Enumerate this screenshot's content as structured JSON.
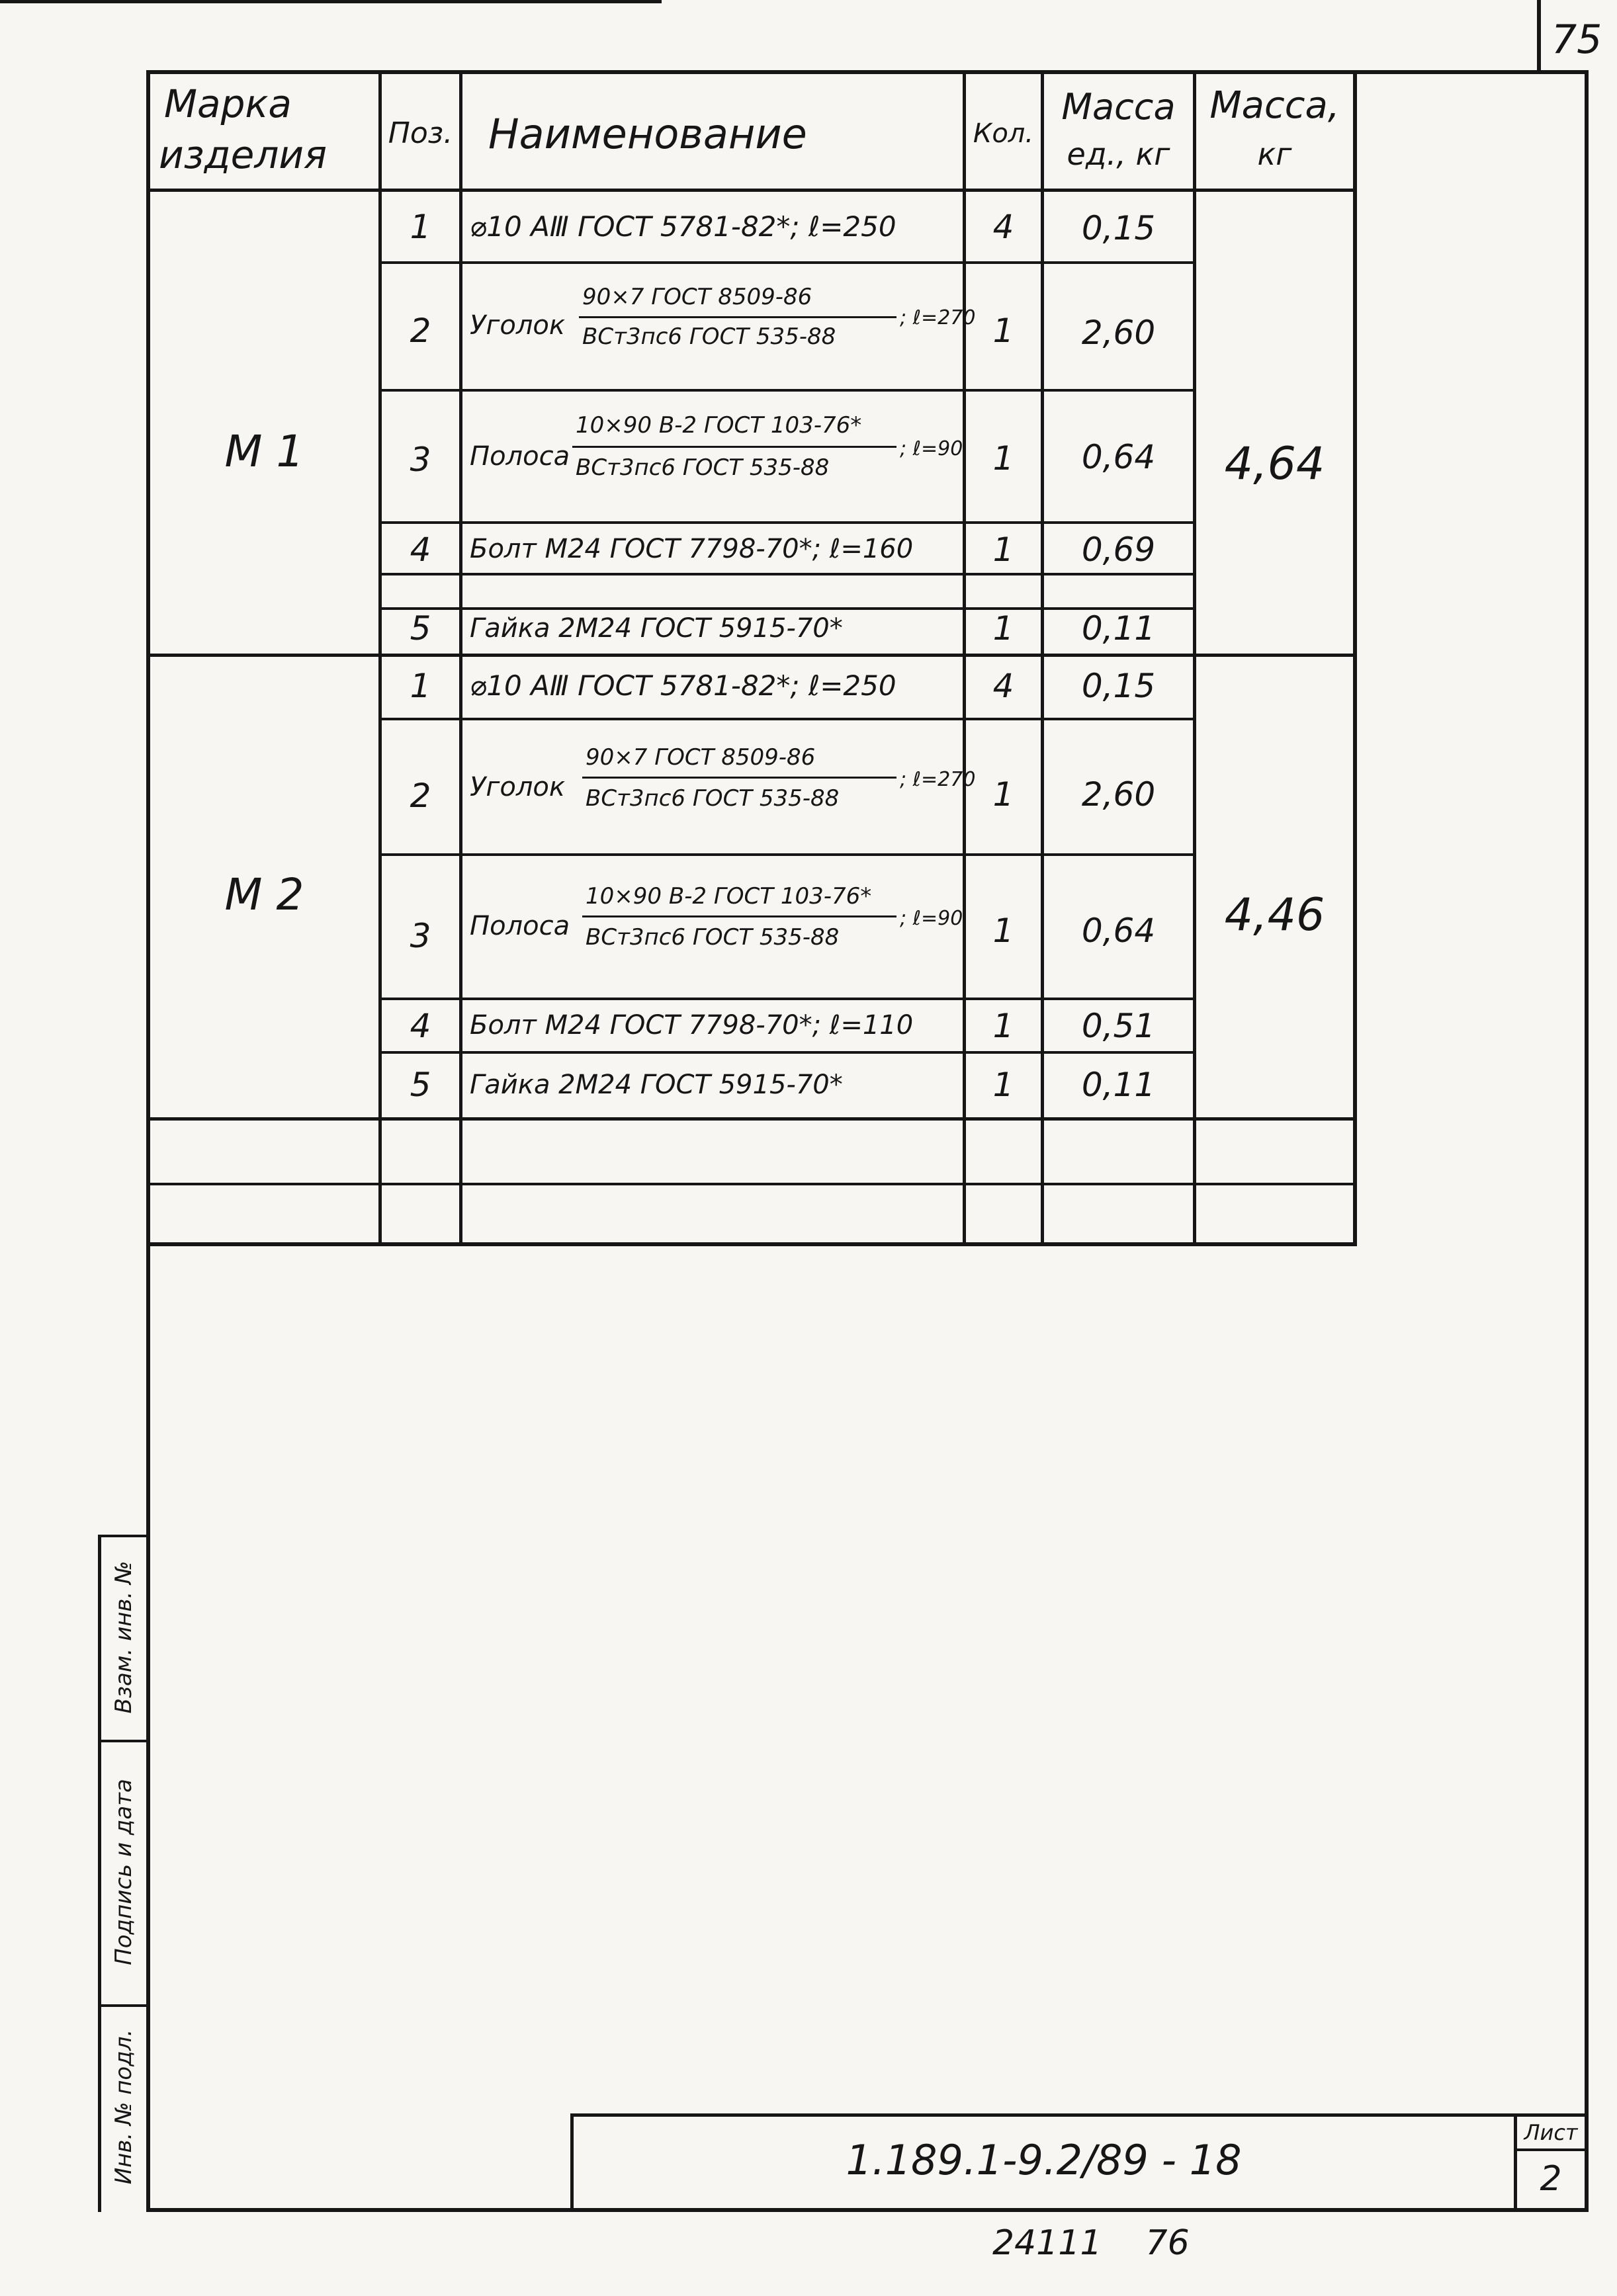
{
  "page_number": "75",
  "table": {
    "headers": {
      "mark": [
        "Марка",
        "изделия"
      ],
      "pos": "Поз.",
      "name": "Наименование",
      "qty": "Кол.",
      "unit_mass": [
        "Масса",
        "ед., кг"
      ],
      "mass": [
        "Масса,",
        "кг"
      ]
    },
    "groups": [
      {
        "mark": "М 1",
        "total_mass": "4,64",
        "rows": [
          {
            "pos": "1",
            "name": [
              "⌀10 АⅢ ГОСТ 5781-82*; ℓ=250"
            ],
            "qty": "4",
            "unit_mass": "0,15"
          },
          {
            "pos": "2",
            "name": [
              "Уголок",
              "90×7 ГОСТ 8509-86",
              "ВСт3пс6 ГОСТ 535-88",
              "; ℓ=270"
            ],
            "qty": "1",
            "unit_mass": "2,60"
          },
          {
            "pos": "3",
            "name": [
              "Полоса",
              "10×90 В-2 ГОСТ 103-76*",
              "ВСт3пс6 ГОСТ 535-88",
              "; ℓ=90"
            ],
            "qty": "1",
            "unit_mass": "0,64"
          },
          {
            "pos": "4",
            "name": [
              "Болт М24 ГОСТ 7798-70*; ℓ=160"
            ],
            "qty": "1",
            "unit_mass": "0,69"
          },
          {
            "pos": "5",
            "name": [
              "Гайка 2М24 ГОСТ 5915-70*"
            ],
            "qty": "1",
            "unit_mass": "0,11"
          }
        ]
      },
      {
        "mark": "М 2",
        "total_mass": "4,46",
        "rows": [
          {
            "pos": "1",
            "name": [
              "⌀10 АⅢ ГОСТ 5781-82*; ℓ=250"
            ],
            "qty": "4",
            "unit_mass": "0,15"
          },
          {
            "pos": "2",
            "name": [
              "Уголок",
              "90×7 ГОСТ 8509-86",
              "ВСт3пс6 ГОСТ 535-88",
              "; ℓ=270"
            ],
            "qty": "1",
            "unit_mass": "2,60"
          },
          {
            "pos": "3",
            "name": [
              "Полоса",
              "10×90 В-2 ГОСТ 103-76*",
              "ВСт3пс6 ГОСТ 535-88",
              "; ℓ=90"
            ],
            "qty": "1",
            "unit_mass": "0,64"
          },
          {
            "pos": "4",
            "name": [
              "Болт М24 ГОСТ 7798-70*; ℓ=110"
            ],
            "qty": "1",
            "unit_mass": "0,51"
          },
          {
            "pos": "5",
            "name": [
              "Гайка 2М24 ГОСТ 5915-70*"
            ],
            "qty": "1",
            "unit_mass": "0,11"
          }
        ]
      }
    ]
  },
  "side_labels": [
    "Взам. инв. №",
    "Подпись и дата",
    "Инв. № подл."
  ],
  "title_block": {
    "doc_number": "1.189.1-9.2/89 - 18",
    "sheet_label": "Лист",
    "sheet_number": "2"
  },
  "bottom_code": "24111    76"
}
